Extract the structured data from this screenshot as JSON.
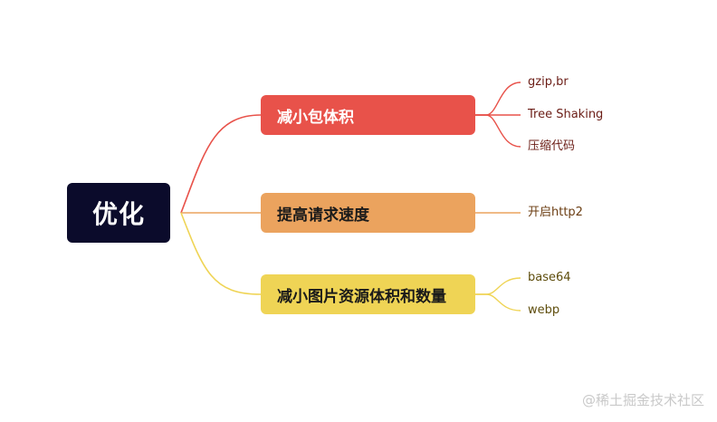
{
  "root": {
    "label": "优化"
  },
  "branches": [
    {
      "label": "减小包体积",
      "leaves": [
        "gzip,br",
        "Tree Shaking",
        "压缩代码"
      ]
    },
    {
      "label": "提高请求速度",
      "leaves": [
        "开启http2"
      ]
    },
    {
      "label": "减小图片资源体积和数量",
      "leaves": [
        "base64",
        "webp"
      ]
    }
  ],
  "colors": {
    "root": "#0b0b2b",
    "branch_1": "#e8524a",
    "branch_2": "#eba35e",
    "branch_3": "#efd455"
  },
  "watermark": "@稀土掘金技术社区"
}
